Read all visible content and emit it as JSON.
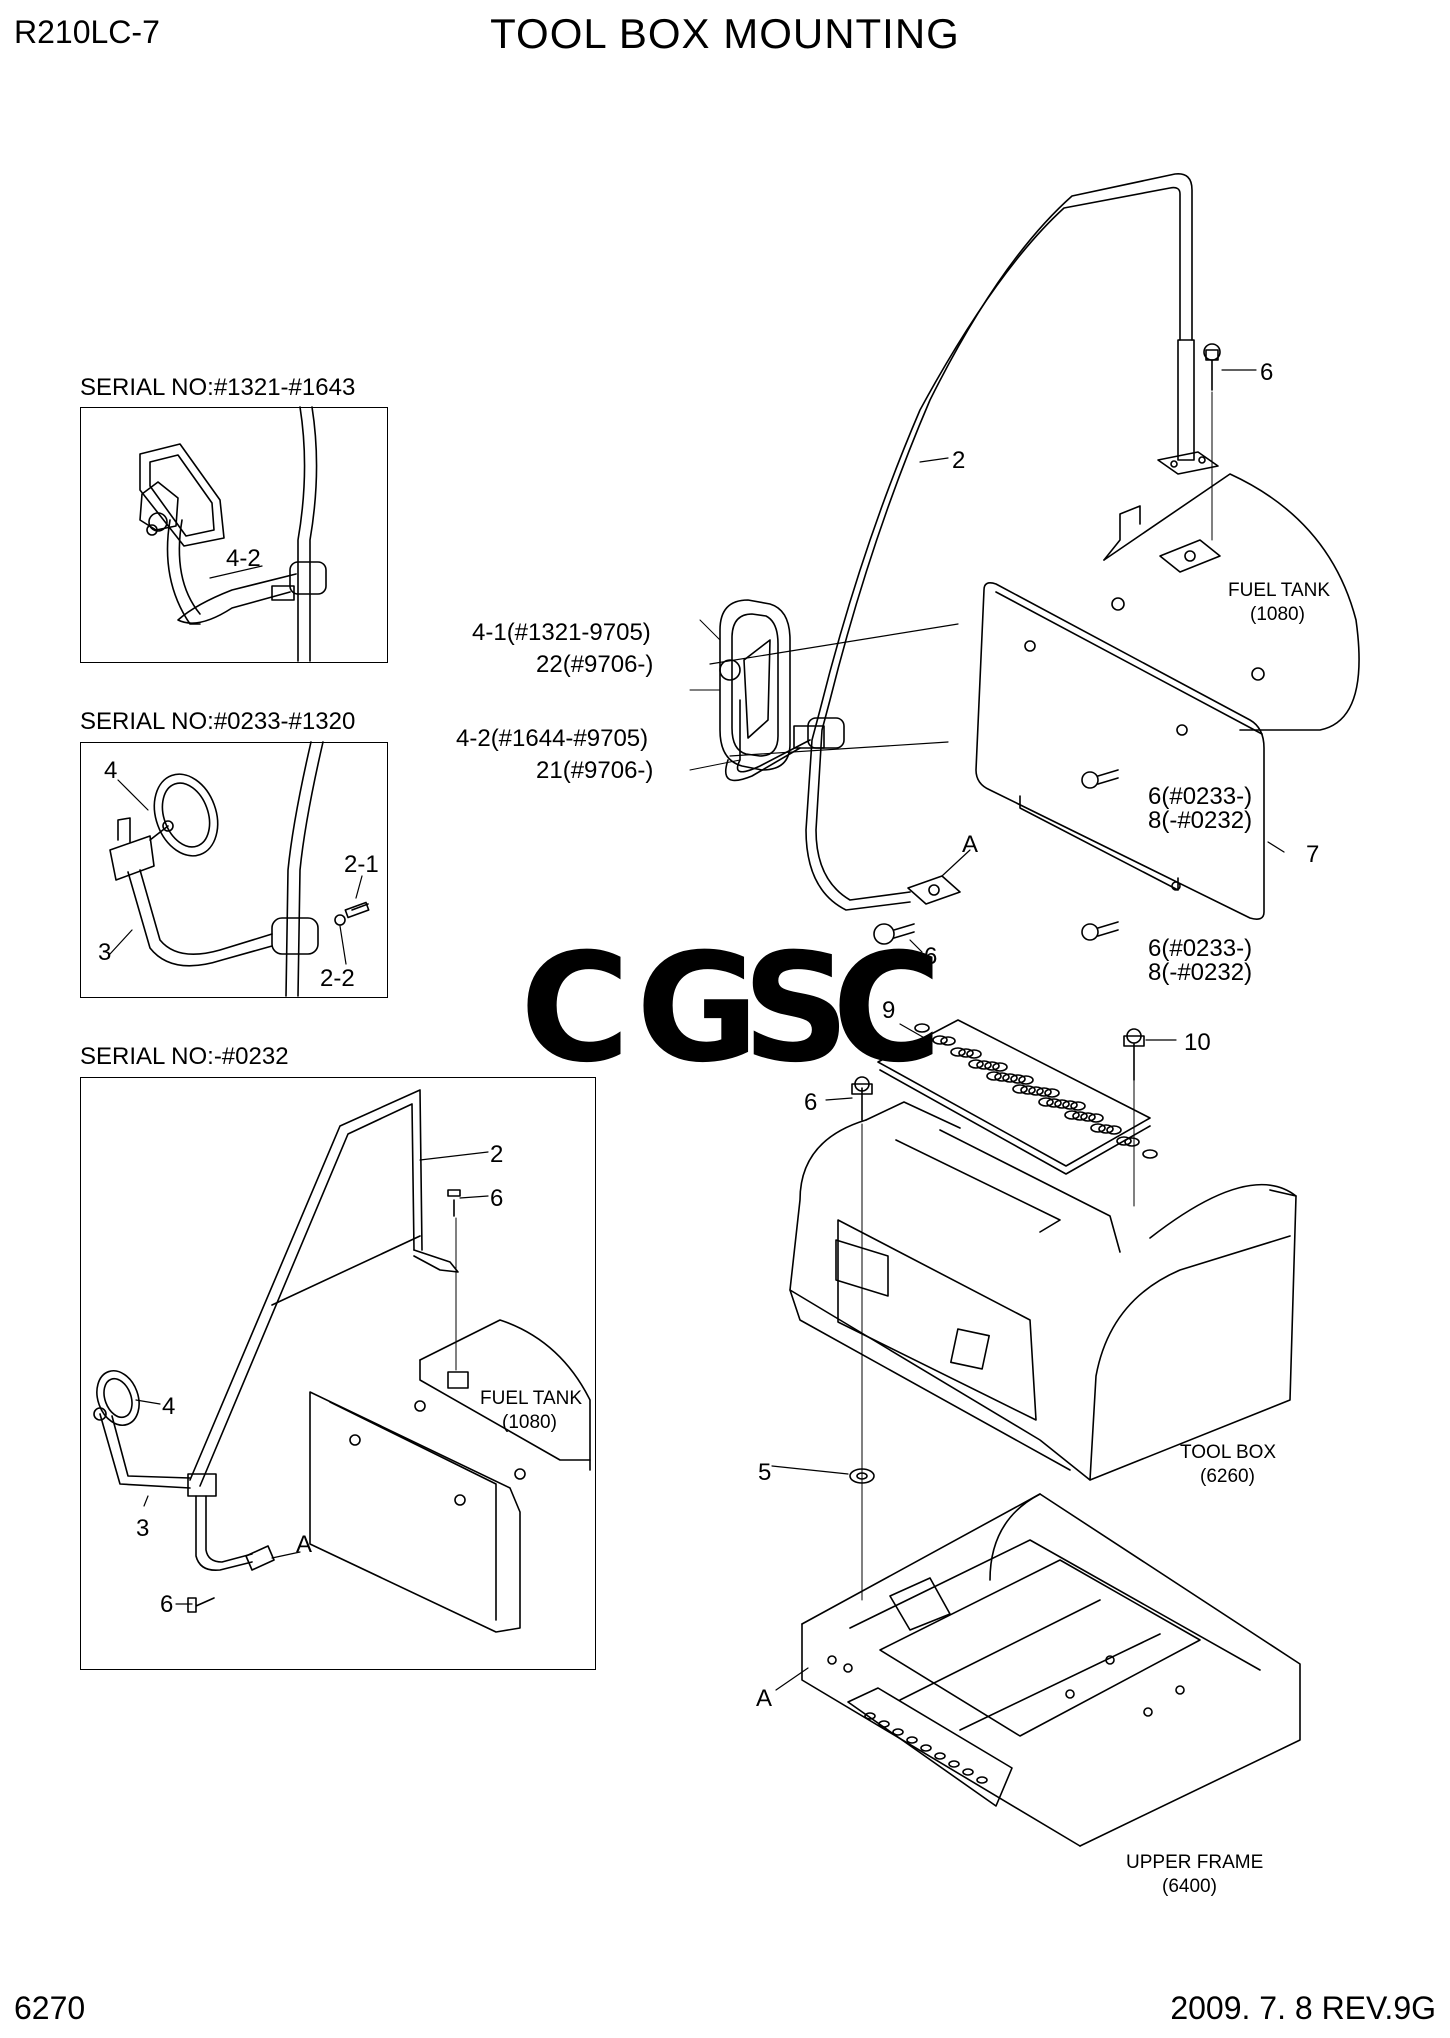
{
  "header": {
    "model": "R210LC-7",
    "title": "TOOL BOX MOUNTING"
  },
  "footer": {
    "page_number": "6270",
    "revision": "2009. 7. 8  REV.9G"
  },
  "watermark": {
    "letters": [
      "C",
      "G",
      "S",
      "C"
    ],
    "colors": [
      "#7aa7f0",
      "#f08a86",
      "#f7d35a",
      "#6cc08f"
    ]
  },
  "insets": [
    {
      "serial": "SERIAL NO:#1321-#1643",
      "callouts": [
        "4-2"
      ]
    },
    {
      "serial": "SERIAL NO:#0233-#1320",
      "callouts": [
        "4",
        "2-1",
        "3",
        "2-2"
      ]
    },
    {
      "serial": "SERIAL NO:-#0232",
      "callouts": [
        "2",
        "6",
        "4",
        "3",
        "A",
        "6"
      ],
      "part_name": [
        "FUEL TANK",
        "(1080)"
      ]
    }
  ],
  "main": {
    "callouts": {
      "c6_top": "6",
      "c2": "2",
      "c41": "4-1(#1321-9705)",
      "c22": "22(#9706-)",
      "c42": "4-2(#1644-#9705)",
      "c21": "21(#9706-)",
      "cA1": "A",
      "c6_mid": "6",
      "c6a": "6(#0233-)",
      "c8a": "8(-#0232)",
      "c7": "7",
      "c6b": "6(#0233-)",
      "c8b": "8(-#0232)",
      "c9": "9",
      "c10": "10",
      "c6_tool": "6",
      "c5": "5",
      "cA2": "A"
    },
    "part_names": {
      "fuel_tank": [
        "FUEL TANK",
        "(1080)"
      ],
      "tool_box": [
        "TOOL BOX",
        "(6260)"
      ],
      "upper_frame": [
        "UPPER FRAME",
        "(6400)"
      ]
    }
  }
}
